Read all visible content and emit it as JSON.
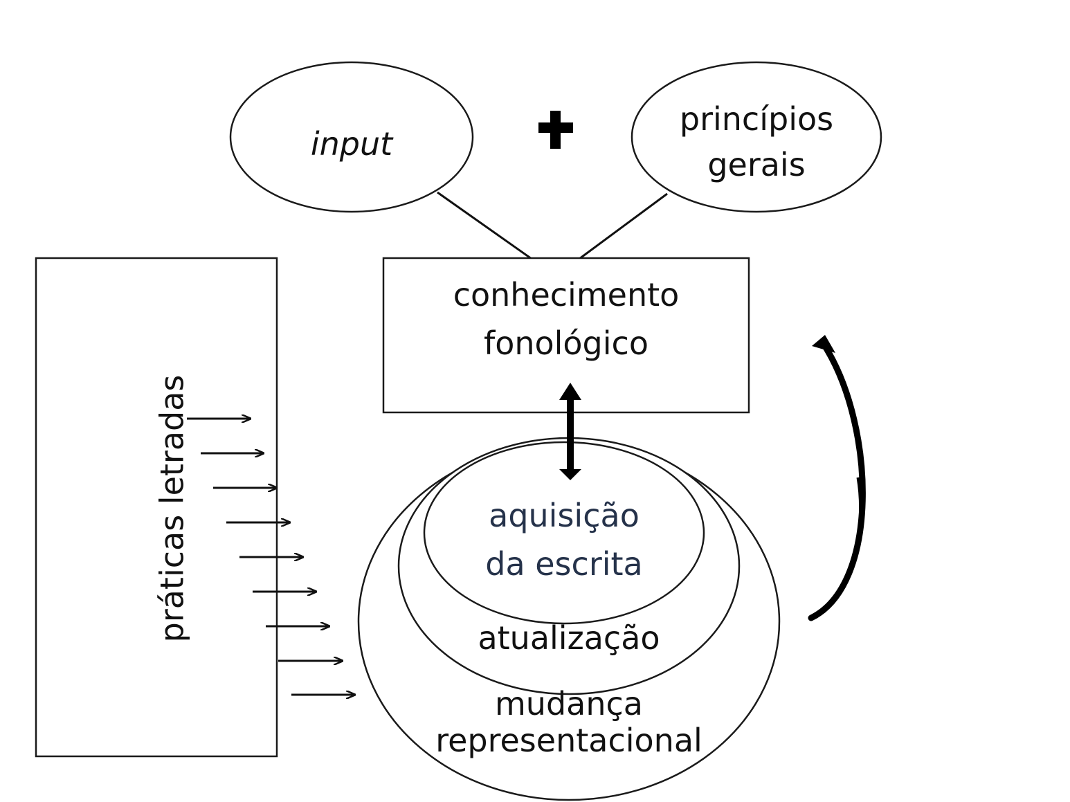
{
  "diagram": {
    "input_label": "input",
    "plus_symbol": "+",
    "principles_line1": "princípios",
    "principles_line2": "gerais",
    "knowledge_line1": "conhecimento",
    "knowledge_line2": "fonológico",
    "literacy_label": "práticas letradas",
    "acquisition_line1": "aquisição",
    "acquisition_line2": "da escrita",
    "update_label": "atualização",
    "change_line1": "mudança",
    "change_line2": "representacional"
  },
  "colors": {
    "ink": "#111111",
    "acquisition_text": "#25324a",
    "background": "#ffffff"
  }
}
